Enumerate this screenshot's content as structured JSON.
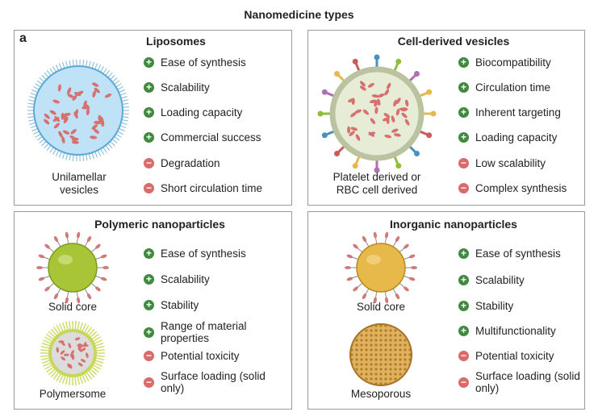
{
  "title": "Nanomedicine types",
  "colors": {
    "plus_badge": "#3f8a3f",
    "minus_badge": "#d96b6b",
    "panel_border": "#9a9a9a",
    "liposome_fill": "#bfe2f6",
    "polymer_core": "#a8c437",
    "inorganic_core": "#e7b84a",
    "cargo": "#d87070"
  },
  "panels": {
    "liposomes": {
      "letter": "a",
      "title": "Liposomes",
      "caption_lines": [
        "Unilamellar",
        "vesicles"
      ],
      "items": [
        {
          "sign": "+",
          "text": "Ease of synthesis"
        },
        {
          "sign": "+",
          "text": "Scalability"
        },
        {
          "sign": "+",
          "text": "Loading capacity"
        },
        {
          "sign": "+",
          "text": "Commercial success"
        },
        {
          "sign": "−",
          "text": "Degradation"
        },
        {
          "sign": "−",
          "text": "Short circulation time"
        }
      ]
    },
    "cell_derived": {
      "title": "Cell-derived vesicles",
      "caption_lines": [
        "Platelet derived or",
        "RBC cell derived"
      ],
      "items": [
        {
          "sign": "+",
          "text": "Biocompatibility"
        },
        {
          "sign": "+",
          "text": "Circulation time"
        },
        {
          "sign": "+",
          "text": "Inherent targeting"
        },
        {
          "sign": "+",
          "text": "Loading capacity"
        },
        {
          "sign": "−",
          "text": "Low scalability"
        },
        {
          "sign": "−",
          "text": "Complex synthesis"
        }
      ]
    },
    "polymeric": {
      "title": "Polymeric nanoparticles",
      "caption_solid": "Solid core",
      "caption_second": "Polymersome",
      "items": [
        {
          "sign": "+",
          "text": "Ease of synthesis"
        },
        {
          "sign": "+",
          "text": "Scalability"
        },
        {
          "sign": "+",
          "text": "Stability"
        },
        {
          "sign": "+",
          "text": "Range of material properties"
        },
        {
          "sign": "−",
          "text": "Potential toxicity"
        },
        {
          "sign": "−",
          "text": "Surface loading (solid only)"
        }
      ]
    },
    "inorganic": {
      "title": "Inorganic nanoparticles",
      "caption_solid": "Solid core",
      "caption_second": "Mesoporous",
      "items": [
        {
          "sign": "+",
          "text": "Ease of synthesis"
        },
        {
          "sign": "+",
          "text": "Scalability"
        },
        {
          "sign": "+",
          "text": "Stability"
        },
        {
          "sign": "+",
          "text": "Multifunctionality"
        },
        {
          "sign": "−",
          "text": "Potential toxicity"
        },
        {
          "sign": "−",
          "text": "Surface loading (solid only)"
        }
      ]
    }
  }
}
